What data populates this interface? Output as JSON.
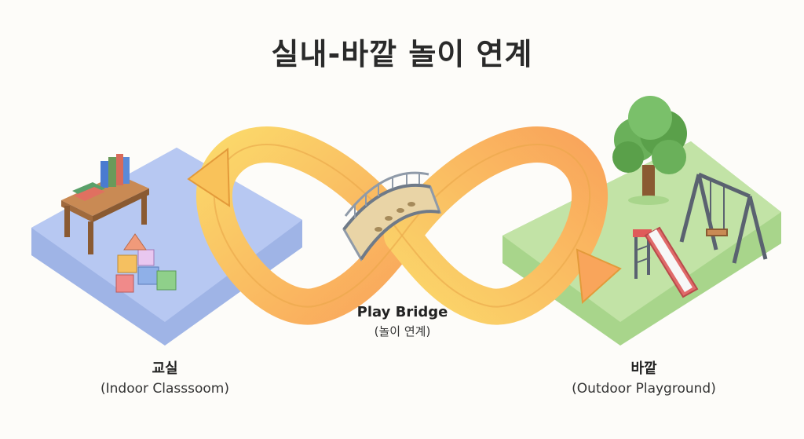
{
  "title": "실내-바깥 놀이 연계",
  "zones": {
    "indoor": {
      "label": "교실",
      "sublabel": "(Indoor Classsoom)",
      "color": "#b7c8f2"
    },
    "outdoor": {
      "label": "바깥",
      "sublabel": "(Outdoor Playground)",
      "color": "#c2e3a6"
    }
  },
  "bridge": {
    "label": "Play Bridge",
    "sublabel": "(놀이 연계)"
  },
  "colors": {
    "loop_yellow": "#fbd86a",
    "loop_orange": "#f9a55b",
    "loop_outline": "#e39a3a",
    "bridge_deck": "#e9d4a6",
    "bridge_rail": "#8f9aa8"
  },
  "icons": [
    "bookshelf-table-icon",
    "toy-blocks-icon",
    "tree-icon",
    "swing-icon",
    "slide-icon",
    "footprints-icon"
  ]
}
